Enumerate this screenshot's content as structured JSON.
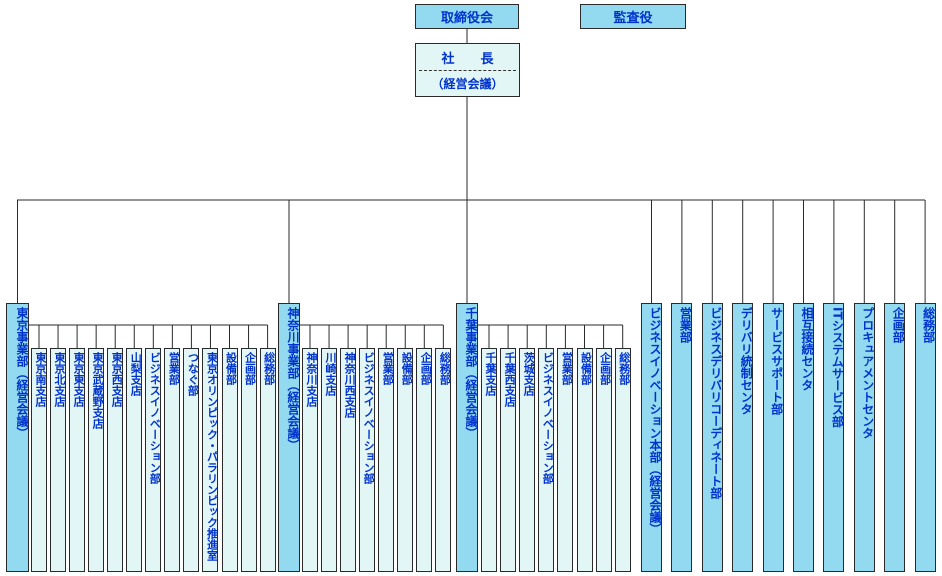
{
  "top": {
    "board": "取締役会",
    "auditor": "監査役",
    "president": "社　　長",
    "president_sub": "（経営会議）"
  },
  "groups": [
    {
      "head": "東京事業部（経営会議）",
      "subs": [
        "東京南支店",
        "東京北支店",
        "東京東支店",
        "東京武蔵野支店",
        "東京西支店",
        "山梨支店",
        "ビジネスイノベーション部",
        "営業部",
        "つなぐ部",
        "東京オリンピック・パラリンピック推進室",
        "設備部",
        "企画部",
        "総務部"
      ]
    },
    {
      "head": "神奈川事業部（経営会議）",
      "subs": [
        "神奈川支店",
        "川崎支店",
        "神奈川西支店",
        "ビジネスイノベーション部",
        "営業部",
        "設備部",
        "企画部",
        "総務部"
      ]
    },
    {
      "head": "千葉事業部（経営会議）",
      "subs": [
        "千葉支店",
        "千葉西支店",
        "茨城支店",
        "ビジネスイノベーション部",
        "営業部",
        "設備部",
        "企画部",
        "総務部"
      ]
    }
  ],
  "direct": [
    "ビジネスイノベーション本部（経営会議）",
    "営業部",
    "ビジネスデリバリコーディネート部",
    "デリバリ統制センタ",
    "サービスサポート部",
    "相互接続センタ",
    "ITシステムサービス部",
    "プロキュアメントセンタ",
    "企画部",
    "総務部"
  ],
  "colors": {
    "blue_fill": "#93d9ef",
    "light_fill": "#e3f6f6",
    "text": "#0033cc",
    "line": "#2a2a2a"
  }
}
